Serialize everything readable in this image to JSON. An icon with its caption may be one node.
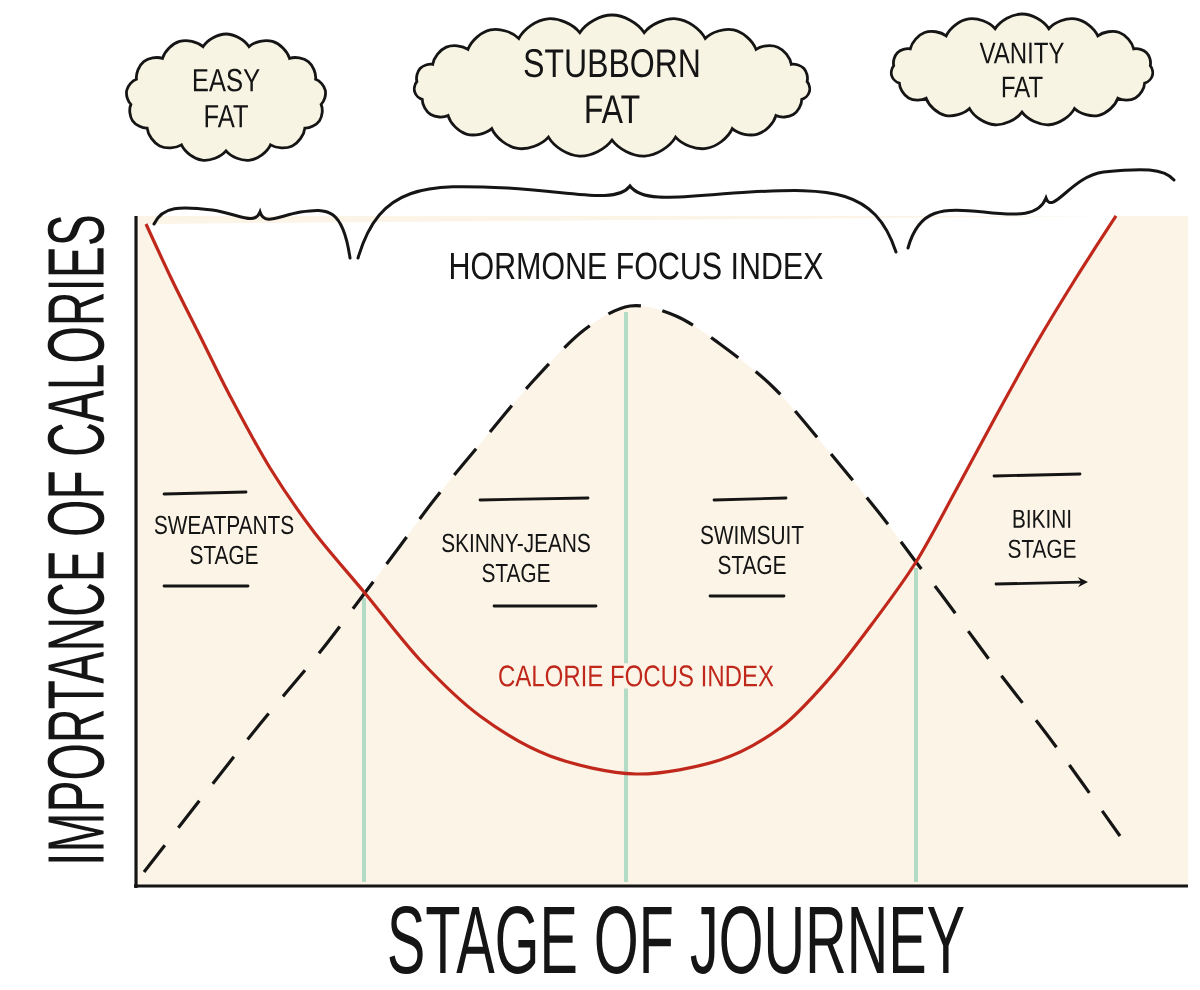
{
  "diagram": {
    "nodes": [
      {
        "text": [
          "EASY FAT"
        ]
      },
      {
        "text": [
          "STUBBORN FAT"
        ]
      },
      {
        "text": [
          "VANITY FAT"
        ]
      }
    ],
    "labels": [
      "IMPORTANCE OF CALORIES",
      "HORMONE FOCUS INDEX",
      "SWEATPANTS STAGE",
      "SKINNY-JEANS STAGE",
      "SWIMSUIT STAGE",
      "BIKINI STAGE",
      "CALORIE FOCUS INDEX",
      "STAGE OF JOURNEY"
    ]
  }
}
